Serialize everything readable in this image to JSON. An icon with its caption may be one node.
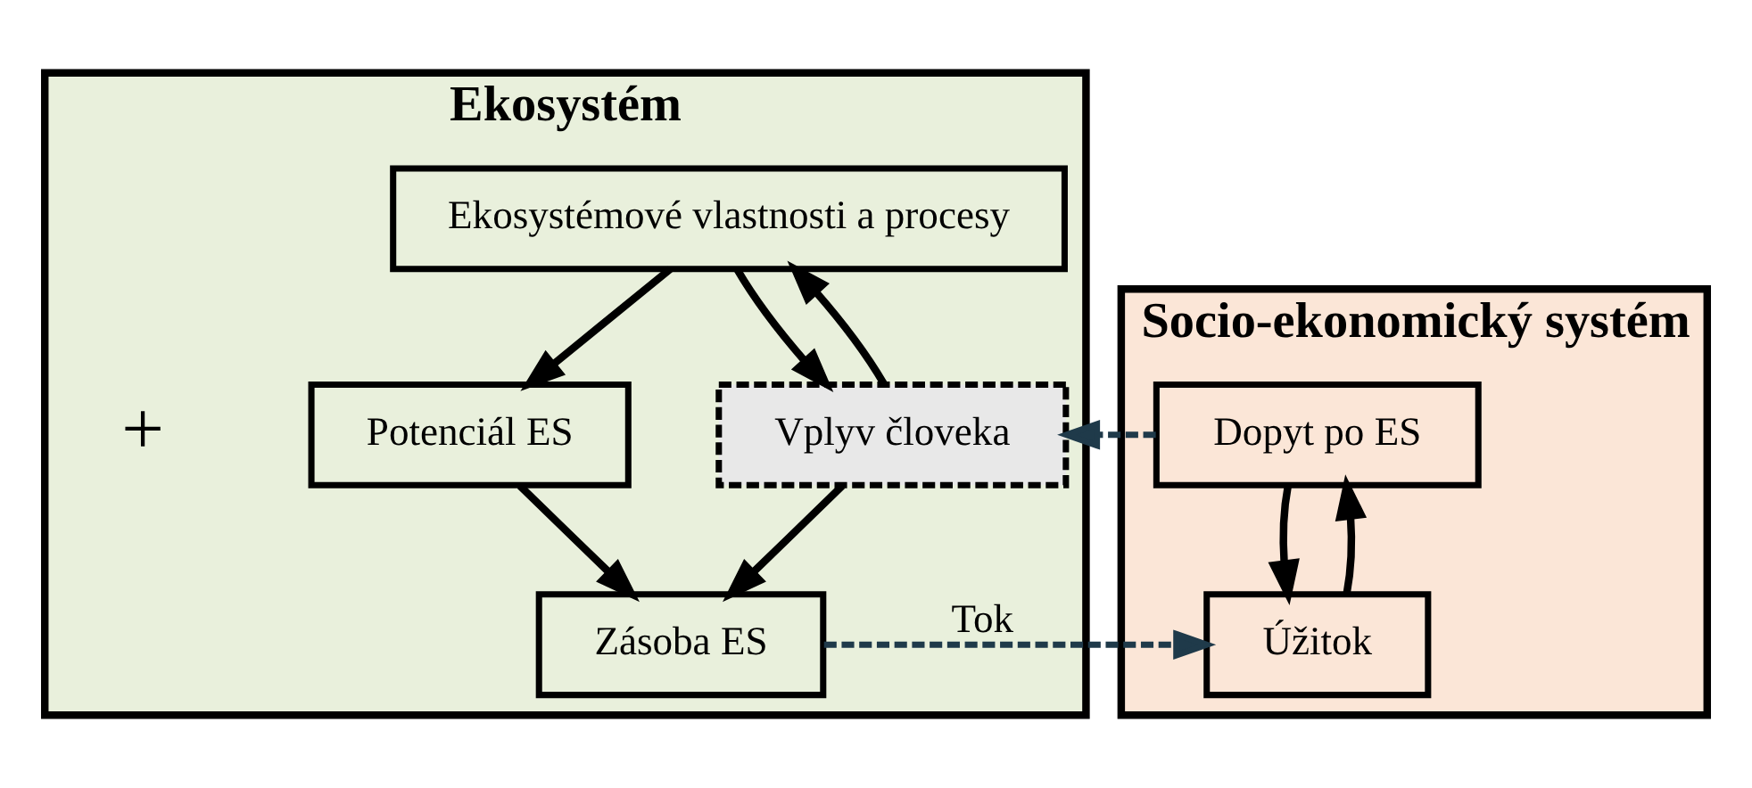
{
  "diagram": {
    "nodes": [
      {
        "text": [
          "Ekosystém"
        ]
      },
      {
        "text": [
          "Ekosystémové vlastnosti a procesy"
        ],
        "in": 0
      },
      {
        "text": [
          "Potenciál ES"
        ],
        "in": 0
      },
      {
        "text": [
          "Vplyv človeka"
        ],
        "in": 0
      },
      {
        "text": [
          "Zásoba ES"
        ],
        "in": 0
      },
      {
        "text": [
          "Socio-ekonomický systém"
        ]
      },
      {
        "text": [
          "Dopyt po ES"
        ],
        "in": 5
      },
      {
        "text": [
          "Úžitok"
        ],
        "in": 5
      }
    ],
    "edges": [
      {
        "from": 1,
        "to": 2,
        "arrow": "to"
      },
      {
        "from": 3,
        "to": 1,
        "arrow": "to"
      },
      {
        "from": 1,
        "to": 3,
        "arrow": "to"
      },
      {
        "from": 2,
        "to": 4,
        "arrow": "to"
      },
      {
        "from": 3,
        "to": 4,
        "arrow": "to"
      },
      {
        "from": 6,
        "to": 3,
        "arrow": "to",
        "style": "dashed",
        "color": "#1f3a4a"
      },
      {
        "from": 4,
        "to": 7,
        "arrow": "to",
        "label": "Tok",
        "style": "dashed",
        "color": "#1f3a4a"
      },
      {
        "from": 7,
        "to": 6,
        "arrow": "to"
      },
      {
        "from": 6,
        "to": 7,
        "arrow": "to"
      }
    ],
    "labels": [
      "+"
    ]
  }
}
